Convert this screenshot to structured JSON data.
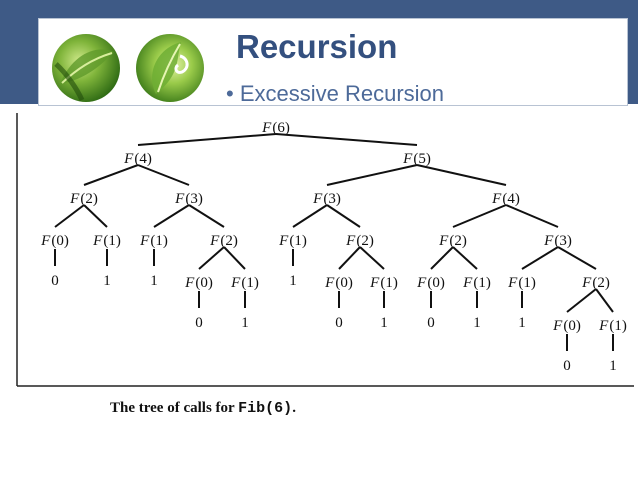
{
  "slide": {
    "title": "Recursion",
    "bullet": "• Excessive Recursion",
    "colors": {
      "header_bg": "#3e5a86",
      "title": "#34507f",
      "bullet": "#4d6a99"
    },
    "decorations": [
      "green-leaf-image",
      "green-leaf-image"
    ]
  },
  "tree": {
    "nodes": [
      {
        "id": "n1",
        "label": "F(6)"
      },
      {
        "id": "n2",
        "label": "F(4)"
      },
      {
        "id": "n3",
        "label": "F(5)"
      },
      {
        "id": "n4",
        "label": "F(2)"
      },
      {
        "id": "n5",
        "label": "F(3)"
      },
      {
        "id": "n6",
        "label": "F(3)"
      },
      {
        "id": "n7",
        "label": "F(4)"
      },
      {
        "id": "n8",
        "label": "F(0)"
      },
      {
        "id": "n9",
        "label": "F(1)"
      },
      {
        "id": "n10",
        "label": "F(1)"
      },
      {
        "id": "n11",
        "label": "F(2)"
      },
      {
        "id": "n12",
        "label": "F(1)"
      },
      {
        "id": "n13",
        "label": "F(2)"
      },
      {
        "id": "n14",
        "label": "F(2)"
      },
      {
        "id": "n15",
        "label": "F(3)"
      },
      {
        "id": "n16",
        "label": "F(0)"
      },
      {
        "id": "n17",
        "label": "F(1)"
      },
      {
        "id": "n18",
        "label": "F(0)"
      },
      {
        "id": "n19",
        "label": "F(1)"
      },
      {
        "id": "n20",
        "label": "F(0)"
      },
      {
        "id": "n21",
        "label": "F(1)"
      },
      {
        "id": "n22",
        "label": "F(1)"
      },
      {
        "id": "n23",
        "label": "F(2)"
      },
      {
        "id": "n24",
        "label": "F(0)"
      },
      {
        "id": "n25",
        "label": "F(1)"
      }
    ],
    "edges": [
      [
        "n1",
        "n2"
      ],
      [
        "n1",
        "n3"
      ],
      [
        "n2",
        "n4"
      ],
      [
        "n2",
        "n5"
      ],
      [
        "n3",
        "n6"
      ],
      [
        "n3",
        "n7"
      ],
      [
        "n4",
        "n8"
      ],
      [
        "n4",
        "n9"
      ],
      [
        "n5",
        "n10"
      ],
      [
        "n5",
        "n11"
      ],
      [
        "n6",
        "n12"
      ],
      [
        "n6",
        "n13"
      ],
      [
        "n7",
        "n14"
      ],
      [
        "n7",
        "n15"
      ],
      [
        "n11",
        "n16"
      ],
      [
        "n11",
        "n17"
      ],
      [
        "n13",
        "n18"
      ],
      [
        "n13",
        "n19"
      ],
      [
        "n14",
        "n20"
      ],
      [
        "n14",
        "n21"
      ],
      [
        "n15",
        "n22"
      ],
      [
        "n15",
        "n23"
      ],
      [
        "n23",
        "n24"
      ],
      [
        "n23",
        "n25"
      ]
    ],
    "base_values": [
      {
        "parent": "n8",
        "value": "0"
      },
      {
        "parent": "n9",
        "value": "1"
      },
      {
        "parent": "n10",
        "value": "1"
      },
      {
        "parent": "n12",
        "value": "1"
      },
      {
        "parent": "n16",
        "value": "0"
      },
      {
        "parent": "n17",
        "value": "1"
      },
      {
        "parent": "n18",
        "value": "0"
      },
      {
        "parent": "n19",
        "value": "1"
      },
      {
        "parent": "n20",
        "value": "0"
      },
      {
        "parent": "n21",
        "value": "1"
      },
      {
        "parent": "n22",
        "value": "1"
      },
      {
        "parent": "n24",
        "value": "0"
      },
      {
        "parent": "n25",
        "value": "1"
      }
    ]
  },
  "caption": {
    "prefix": "The tree of calls for ",
    "code": "Fib(6)",
    "suffix": "."
  }
}
